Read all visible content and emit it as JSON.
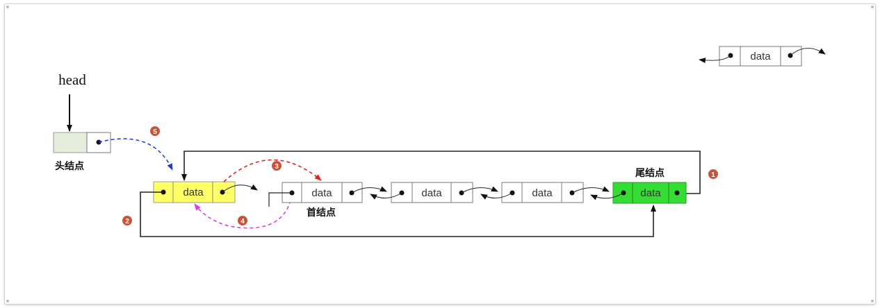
{
  "head_label": "head",
  "head_node_label": "头结点",
  "first_node_label": "首结点",
  "tail_node_label": "尾结点",
  "data_text": "data",
  "steps": [
    "1",
    "2",
    "3",
    "4",
    "5"
  ],
  "colors": {
    "new_node": "#ffff66",
    "tail_node": "#33dd33",
    "head_node": "#e4ecdc",
    "badge": "#c8553a",
    "step3_arrow": "#e0221c",
    "step4_arrow": "#e23be0",
    "step5_arrow": "#1e3fd6"
  }
}
